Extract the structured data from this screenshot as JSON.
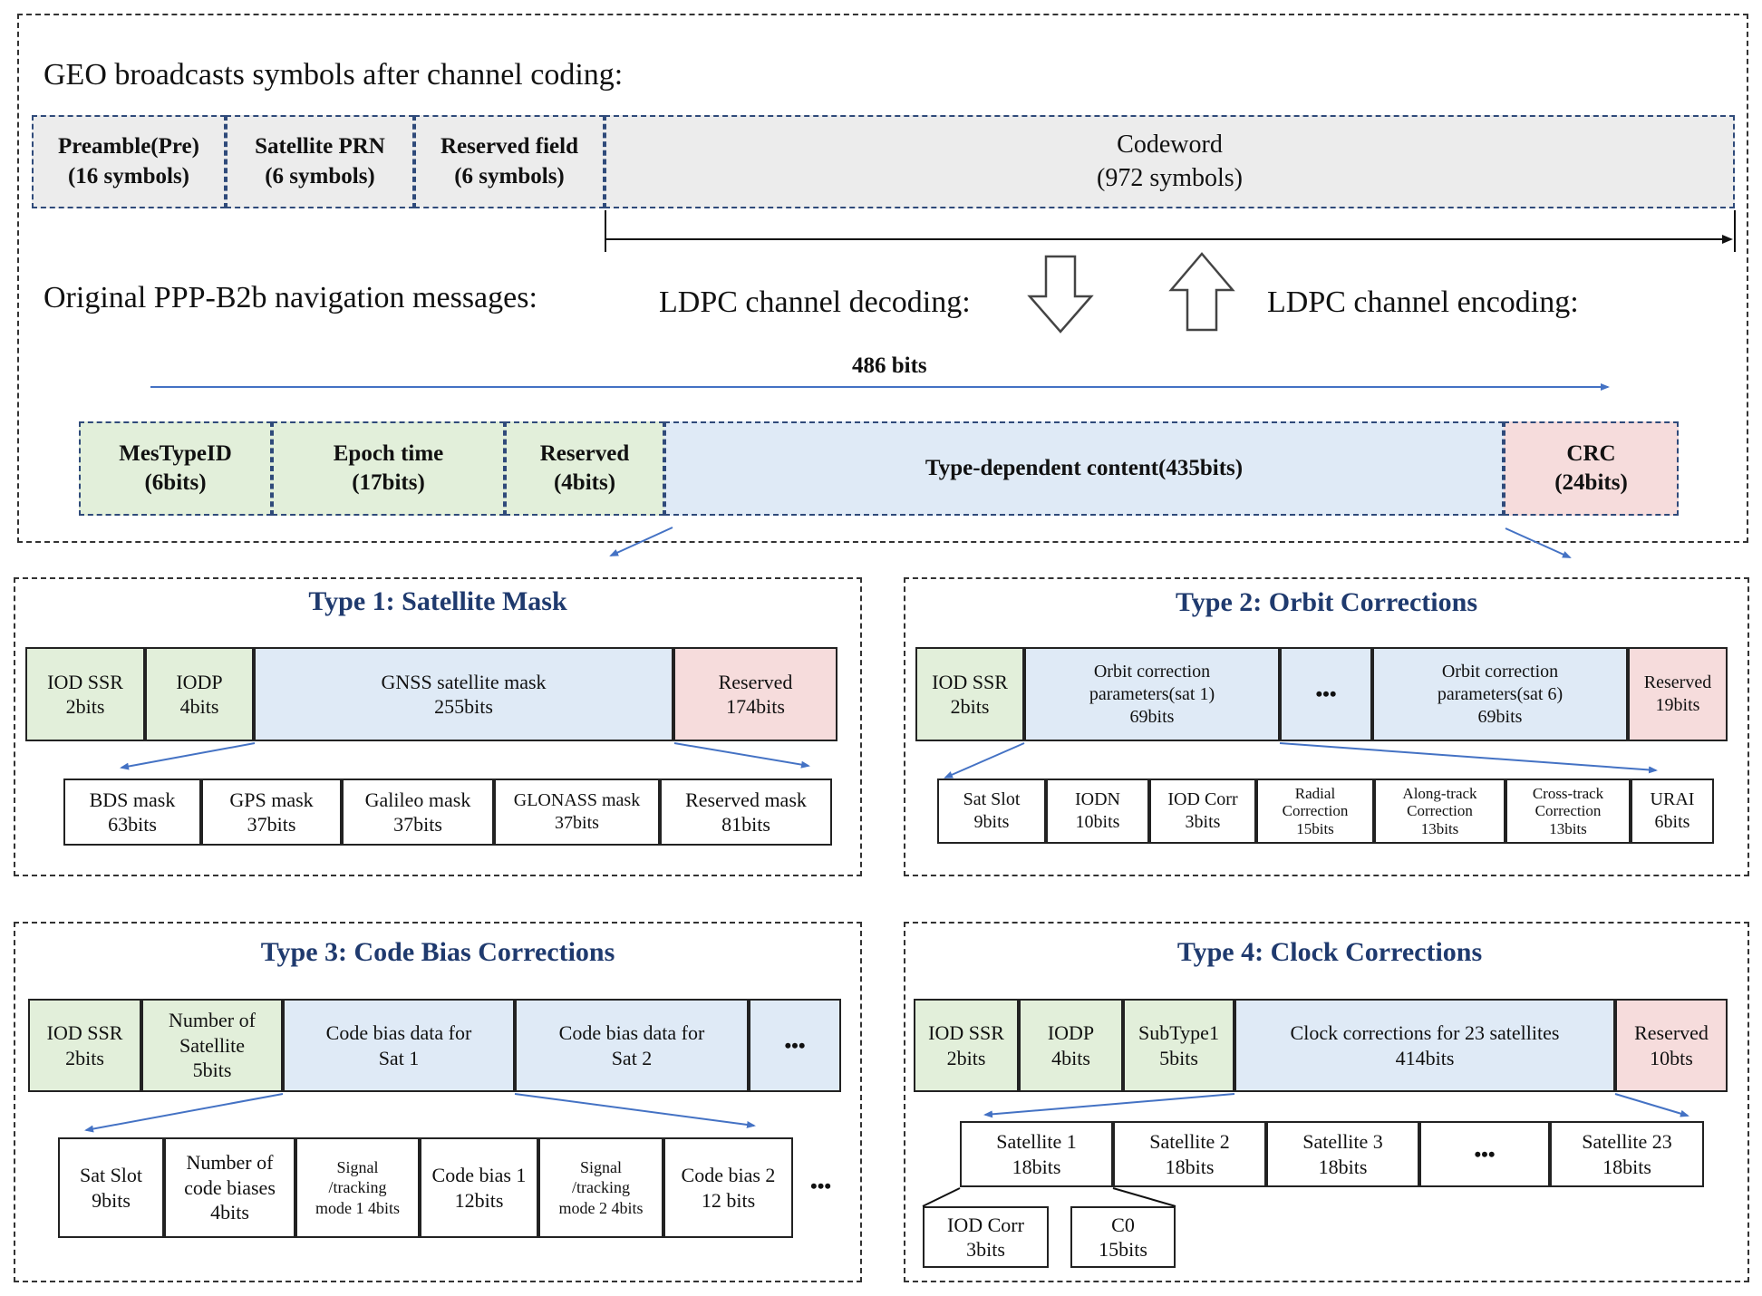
{
  "top": {
    "geo_heading": "GEO broadcasts symbols after channel coding:",
    "symbols": [
      {
        "line1": "Preamble(Pre)",
        "line2": "(16 symbols)"
      },
      {
        "line1": "Satellite PRN",
        "line2": "(6 symbols)"
      },
      {
        "line1": "Reserved field",
        "line2": "(6 symbols)"
      },
      {
        "line1": "Codeword",
        "line2": "(972 symbols)"
      }
    ],
    "orig_heading": "Original PPP-B2b navigation messages:",
    "decoding": "LDPC channel decoding:",
    "encoding": "LDPC channel encoding:",
    "bits_label": "486 bits",
    "message": [
      {
        "line1": "MesTypeID",
        "line2": "(6bits)"
      },
      {
        "line1": "Epoch time",
        "line2": "(17bits)"
      },
      {
        "line1": "Reserved",
        "line2": "(4bits)"
      },
      {
        "line1": "Type-dependent content(435bits)"
      },
      {
        "line1": "CRC",
        "line2": "(24bits)"
      }
    ]
  },
  "type1": {
    "title": "Type 1: Satellite Mask",
    "fields": [
      {
        "line1": "IOD SSR",
        "line2": "2bits"
      },
      {
        "line1": "IODP",
        "line2": "4bits"
      },
      {
        "line1": "GNSS satellite mask",
        "line2": "255bits"
      },
      {
        "line1": "Reserved",
        "line2": "174bits"
      }
    ],
    "sub": [
      {
        "line1": "BDS mask",
        "line2": "63bits"
      },
      {
        "line1": "GPS mask",
        "line2": "37bits"
      },
      {
        "line1": "Galileo mask",
        "line2": "37bits"
      },
      {
        "line1": "GLONASS mask",
        "line2": "37bits"
      },
      {
        "line1": "Reserved mask",
        "line2": "81bits"
      }
    ]
  },
  "type2": {
    "title": "Type 2: Orbit Corrections",
    "fields": [
      {
        "line1": "IOD SSR",
        "line2": "2bits"
      },
      {
        "line1": "Orbit correction",
        "line2": "parameters(sat 1)",
        "line3": "69bits"
      },
      {
        "line1": "•••"
      },
      {
        "line1": "Orbit correction",
        "line2": "parameters(sat 6)",
        "line3": "69bits"
      },
      {
        "line1": "Reserved",
        "line2": "19bits"
      }
    ],
    "sub": [
      {
        "line1": "Sat Slot",
        "line2": "9bits"
      },
      {
        "line1": "IODN",
        "line2": "10bits"
      },
      {
        "line1": "IOD Corr",
        "line2": "3bits"
      },
      {
        "line1": "Radial",
        "line2": "Correction",
        "line3": "15bits"
      },
      {
        "line1": "Along-track",
        "line2": "Correction",
        "line3": "13bits"
      },
      {
        "line1": "Cross-track",
        "line2": "Correction",
        "line3": "13bits"
      },
      {
        "line1": "URAI",
        "line2": "6bits"
      }
    ]
  },
  "type3": {
    "title": "Type 3: Code Bias Corrections",
    "fields": [
      {
        "line1": "IOD SSR",
        "line2": "2bits"
      },
      {
        "line1": "Number of",
        "line2": "Satellite",
        "line3": "5bits"
      },
      {
        "line1": "Code bias data for",
        "line2": "Sat 1"
      },
      {
        "line1": "Code bias data for",
        "line2": "Sat 2"
      },
      {
        "line1": "•••"
      }
    ],
    "sub": [
      {
        "line1": "Sat Slot",
        "line2": "9bits"
      },
      {
        "line1": "Number of",
        "line2": "code biases",
        "line3": "4bits"
      },
      {
        "line1": "Signal",
        "line2": "/tracking",
        "line3": "mode 1 4bits"
      },
      {
        "line1": "Code bias 1",
        "line2": "12bits"
      },
      {
        "line1": "Signal",
        "line2": "/tracking",
        "line3": "mode 2 4bits"
      },
      {
        "line1": "Code bias 2",
        "line2": "12 bits"
      }
    ],
    "trailing_dots": "•••"
  },
  "type4": {
    "title": "Type 4: Clock Corrections",
    "fields": [
      {
        "line1": "IOD SSR",
        "line2": "2bits"
      },
      {
        "line1": "IODP",
        "line2": "4bits"
      },
      {
        "line1": "SubType1",
        "line2": "5bits"
      },
      {
        "line1": "Clock corrections for 23 satellites",
        "line2": "414bits"
      },
      {
        "line1": "Reserved",
        "line2": "10bts"
      }
    ],
    "sub": [
      {
        "line1": "Satellite 1",
        "line2": "18bits"
      },
      {
        "line1": "Satellite 2",
        "line2": "18bits"
      },
      {
        "line1": "Satellite 3",
        "line2": "18bits"
      },
      {
        "line1": "•••"
      },
      {
        "line1": "Satellite 23",
        "line2": "18bits"
      }
    ],
    "sub2": [
      {
        "line1": "IOD Corr",
        "line2": "3bits"
      },
      {
        "line1": "C0",
        "line2": "15bits"
      }
    ]
  },
  "colors": {
    "green": "#e2efda",
    "blue": "#dfeaf6",
    "pink": "#f6dcdc",
    "gray": "#ececec",
    "arrow": "#4472c4",
    "title": "#1f3a6e"
  }
}
